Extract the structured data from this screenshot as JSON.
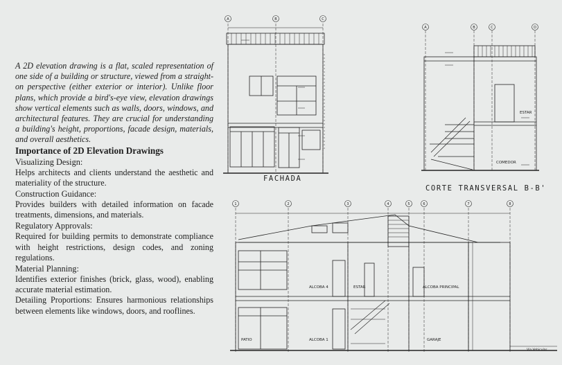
{
  "intro": "A 2D elevation drawing is a flat, scaled representation of one side of a building or structure, viewed from a straight-on perspective (either exterior or interior). Unlike floor plans, which provide a bird's-eye view, elevation drawings show vertical elements such as walls, doors, windows, and architectural features. They are crucial for understanding a building's height, proportions, facade design, materials, and overall aesthetics.",
  "heading": "Importance of 2D Elevation Drawings",
  "sections": [
    {
      "title": "Visualizing Design:",
      "body": "Helps architects and clients understand the aesthetic and materiality of the structure."
    },
    {
      "title": "Construction Guidance:",
      "body": "Provides builders with detailed information on facade treatments, dimensions, and materials."
    },
    {
      "title": "Regulatory Approvals:",
      "body": "Required for building permits to demonstrate compliance with height restrictions, design codes, and zoning regulations."
    },
    {
      "title": "Material Planning:",
      "body": "Identifies exterior finishes (brick, glass, wood), enabling accurate material estimation."
    }
  ],
  "last_section": {
    "title": "Detailing Proportions:",
    "body": " Ensures harmonious relationships between elements like windows, doors, and rooflines."
  },
  "drawings": {
    "fachada": {
      "caption": "FACHADA",
      "axes": [
        "A",
        "B",
        "C"
      ]
    },
    "corte_bb": {
      "caption": "CORTE TRANSVERSAL B-B'",
      "axes": [
        "A",
        "B",
        "C",
        "D"
      ],
      "rooms": {
        "estar": "ESTAR",
        "comedor": "COMEDOR"
      }
    },
    "corte_long": {
      "axes": [
        "1",
        "2",
        "3",
        "4",
        "5",
        "6",
        "7",
        "8"
      ],
      "rooms": {
        "alcoba4": "ALCOBA 4",
        "estar": "ESTAR",
        "alcoba_principal": "ALCOBA PRINCIPAL",
        "patio": "PATIO",
        "alcoba1": "ALCOBA 1",
        "garaje": "GARAJE"
      },
      "street": "Vía Vehicular"
    }
  }
}
